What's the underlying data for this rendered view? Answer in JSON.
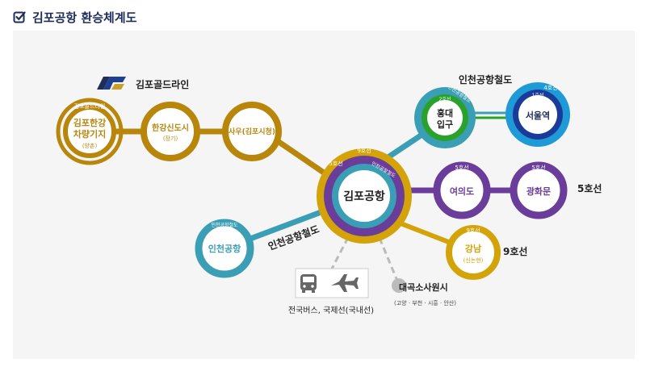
{
  "header": {
    "title": "김포공항 환승체계도",
    "icon": "checkbox-icon"
  },
  "logo": {
    "name": "김포골드라인",
    "icon": "gold-line-logo-icon"
  },
  "colors": {
    "gold_line": "#b8860b",
    "line9": "#d4a30a",
    "line5": "#6a3d9a",
    "airport_rail": "#3a9fb5",
    "line2": "#2aa12a",
    "line4": "#1e9ad6",
    "navy": "#1f2d5a"
  },
  "stations": {
    "yangchon": {
      "line_label": "김포골드라인",
      "name_line1": "김포한강",
      "name_line2": "차량기지",
      "sub": "(양촌)"
    },
    "janggi": {
      "name": "한강신도시",
      "sub": "(장기)"
    },
    "sau": {
      "name": "사우(김포시청)"
    },
    "gimpo": {
      "name": "김포공항",
      "ring_outer": "9호선",
      "ring_middle": "5호선",
      "ring_inner": "인천공항철도"
    },
    "hongdae": {
      "name_line1": "홍대",
      "name_line2": "입구",
      "ring_outer": "인천공항철도",
      "ring_inner": "2호선"
    },
    "seoul": {
      "name": "서울역",
      "ring_outer": "4호선",
      "ring_inner": "1호선"
    },
    "yeouido": {
      "name": "여의도",
      "line_label": "5호선"
    },
    "gwanghwamun": {
      "name": "광화문",
      "line_label": "5호선"
    },
    "gangnam": {
      "name": "강남",
      "sub": "(신논현)",
      "line_label": "9호선"
    },
    "incheon": {
      "name": "인천공항",
      "line_label": "인천공항철도"
    },
    "daegok": {
      "name": "대곡소사원시",
      "sub": "(고양 · 부천 · 시흥 · 안산)"
    }
  },
  "labels": {
    "airport_rail_top": "인천공항철도",
    "airport_rail_bottom": "인천공항철도",
    "line5_right": "5호선",
    "line9_right": "9호선",
    "bus_caption": "전국버스, 국제선(국내선)"
  }
}
